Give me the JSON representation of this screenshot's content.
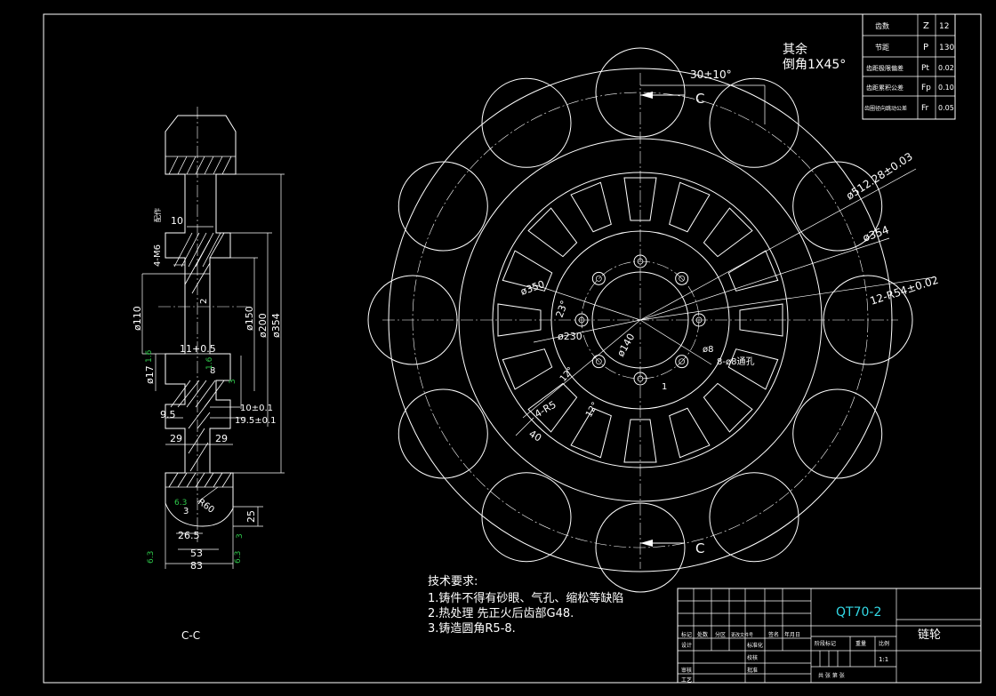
{
  "section_view": {
    "label": "C-C",
    "dims": {
      "d10": "10",
      "m6": "4-M6",
      "pei_zuo": "配作",
      "phi110": "ø110",
      "phi17": "ø17",
      "len11": "11+0.5",
      "d8": "8",
      "phi150": "ø150",
      "phi200": "ø200",
      "phi354": "ø354",
      "d10b": "10±0.1",
      "d19": "19.5±0.1",
      "d9_5": "9.5",
      "w29a": "29",
      "w29b": "29",
      "r60": "R60",
      "d26": "26.5",
      "d53": "53",
      "d83": "83",
      "d25": "25",
      "d3": "3",
      "d2": "2"
    },
    "roughness": {
      "r1": "1.6",
      "r2": "3",
      "r3": "1.6",
      "r4": "6.3",
      "r5": "6.3",
      "r6": "6.3",
      "r7": "3"
    }
  },
  "front_view": {
    "dims": {
      "d30": "30±10°",
      "phi512": "ø512.28±0.03",
      "phi354": "ø354",
      "r54": "12-R54±0.02",
      "phi350": "ø350",
      "a23": "23°",
      "phi230": "ø230",
      "phi140": "ø140",
      "phi8": "ø8",
      "hole_note": "8-ø8通孔",
      "r5": "4-R5",
      "a12a": "12°",
      "a12b": "12°",
      "d40": "40",
      "d1": "1"
    },
    "section_mark_top": "C",
    "section_mark_bottom": "C"
  },
  "notes": {
    "remaining_line1": "其余",
    "remaining_line2": "倒角1X45°",
    "tech_title": "技术要求:",
    "tech_1": "1.铸件不得有砂眼、气孔、缩松等缺陷",
    "tech_2": "2.热处理 先正火后齿部G48.",
    "tech_3": "3.铸造圆角R5-8."
  },
  "param_table": {
    "rows": [
      {
        "name": "齿数",
        "sym": "Z",
        "val": "12"
      },
      {
        "name": "节距",
        "sym": "P",
        "val": "130"
      },
      {
        "name": "齿距极限偏差",
        "sym": "Pt",
        "val": "0.02"
      },
      {
        "name": "齿距累积公差",
        "sym": "Fp",
        "val": "0.10"
      },
      {
        "name": "齿圈径向跳动公差",
        "sym": "Fr",
        "val": "0.05"
      }
    ]
  },
  "title_block": {
    "material": "QT70-2",
    "part_name": "链轮",
    "scale_value": "1:1",
    "headers": {
      "h1": "标记",
      "h2": "处数",
      "h3": "分区",
      "h4": "更改文件号",
      "h5": "签名",
      "h6": "年月日",
      "design": "设计",
      "standard": "标准化",
      "check": "审核",
      "process": "工艺",
      "approve": "批准",
      "review": "校核",
      "stage_mark": "阶段标记",
      "weight": "重量",
      "scale": "比例",
      "sheets": "共 张 第 张"
    }
  }
}
